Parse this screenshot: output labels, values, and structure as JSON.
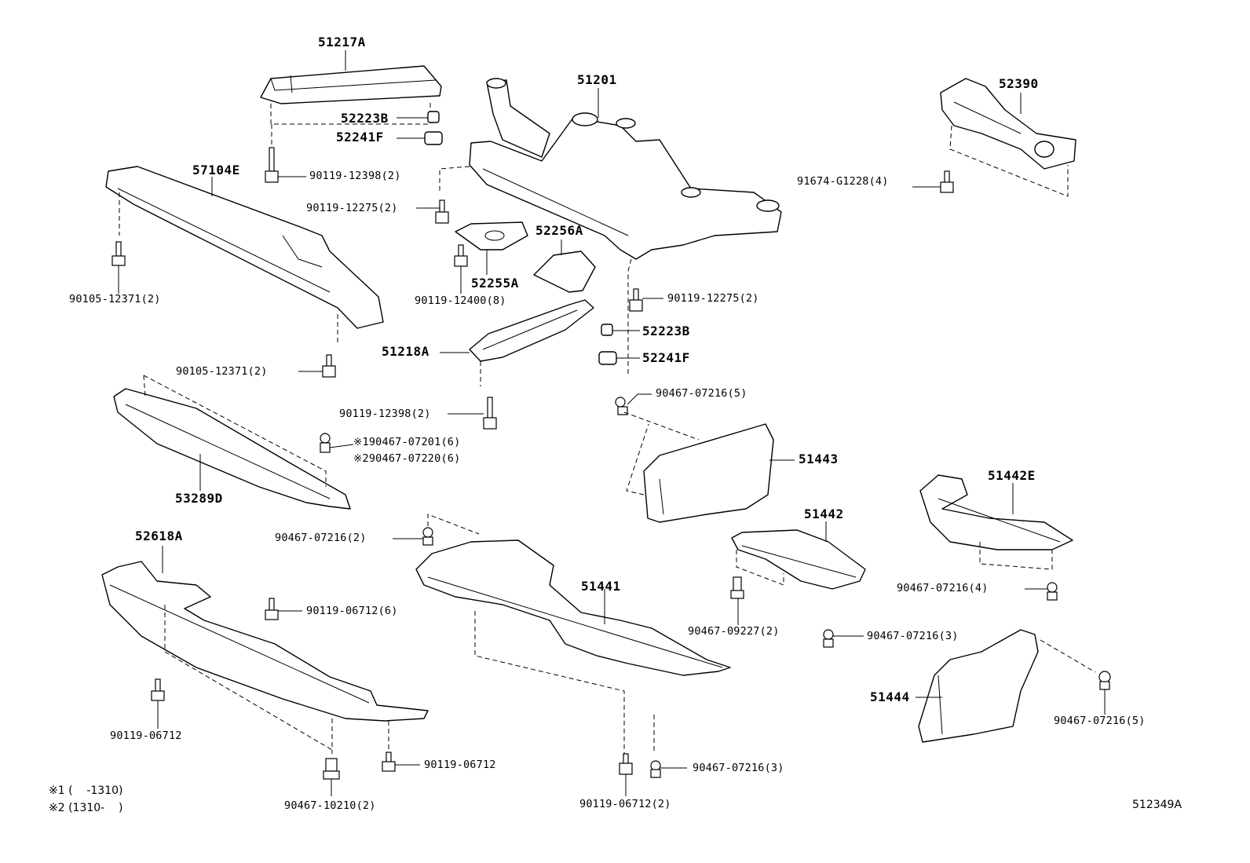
{
  "parts": {
    "p51217A": "51217A",
    "p52223B_top": "52223B",
    "p52241F_top": "52241F",
    "p90119_12398_top": "90119-12398(2)",
    "p57104E": "57104E",
    "p90119_12275_left": "90119-12275(2)",
    "p51201": "51201",
    "p52390": "52390",
    "p91674": "91674-G1228(4)",
    "p52256A": "52256A",
    "p52255A": "52255A",
    "p90105_12371_a": "90105-12371(2)",
    "p90119_12400": "90119-12400(8)",
    "p90119_12275_right": "90119-12275(2)",
    "p52223B_mid": "52223B",
    "p51218A": "51218A",
    "p52241F_mid": "52241F",
    "p90105_12371_b": "90105-12371(2)",
    "p90467_07216_5a": "90467-07216(5)",
    "p90119_12398_mid": "90119-12398(2)",
    "p90467_07201": "※190467-07201(6)",
    "p90467_07220": "※290467-07220(6)",
    "p51443": "51443",
    "p53289D": "53289D",
    "p51442E": "51442E",
    "p51442": "51442",
    "p52618A": "52618A",
    "p90467_07216_2": "90467-07216(2)",
    "p51441": "51441",
    "p90119_06712_6": "90119-06712(6)",
    "p90467_07216_4": "90467-07216(4)",
    "p90467_09227": "90467-09227(2)",
    "p90467_07216_3a": "90467-07216(3)",
    "p51444": "51444",
    "p90119_06712_a": "90119-06712",
    "p90467_07216_5b": "90467-07216(5)",
    "p90119_06712_b": "90119-06712",
    "p90467_07216_3b": "90467-07216(3)",
    "p90467_10210": "90467-10210(2)",
    "p90119_06712_2": "90119-06712(2)"
  },
  "notes": {
    "note1": "※1 (    -1310)",
    "note2": "※2 (1310-    )"
  },
  "diagram_code": "512349A"
}
